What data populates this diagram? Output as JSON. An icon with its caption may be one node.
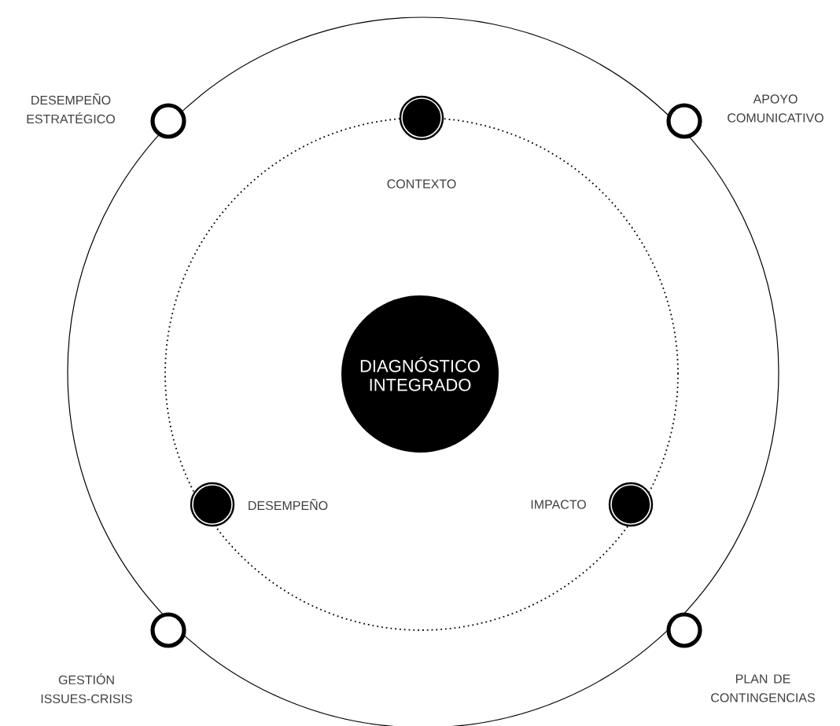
{
  "diagram": {
    "nodes": [
      {
        "text": [],
        "shape": "circle",
        "beside": [
          "DESEMPEÑO ESTRATÉGICO"
        ]
      },
      {
        "text": [],
        "shape": "circle",
        "beside": [
          "CONTEXTO"
        ]
      },
      {
        "text": [],
        "shape": "circle",
        "beside": [
          "APOYO COMUNICATIVO"
        ]
      },
      {
        "text": [
          "DIAGNÓSTICO INTEGRADO"
        ]
      },
      {
        "text": [],
        "shape": "circle",
        "beside": [
          "DESEMPEÑO"
        ]
      },
      {
        "text": [],
        "shape": "circle",
        "beside": [
          "IMPACTO"
        ]
      },
      {
        "text": [],
        "shape": "circle",
        "beside": [
          "GESTIÓN ISSUES-CRISIS"
        ]
      },
      {
        "text": [],
        "shape": "circle",
        "beside": [
          "PLAN DE CONTINGENCIAS"
        ]
      }
    ]
  }
}
